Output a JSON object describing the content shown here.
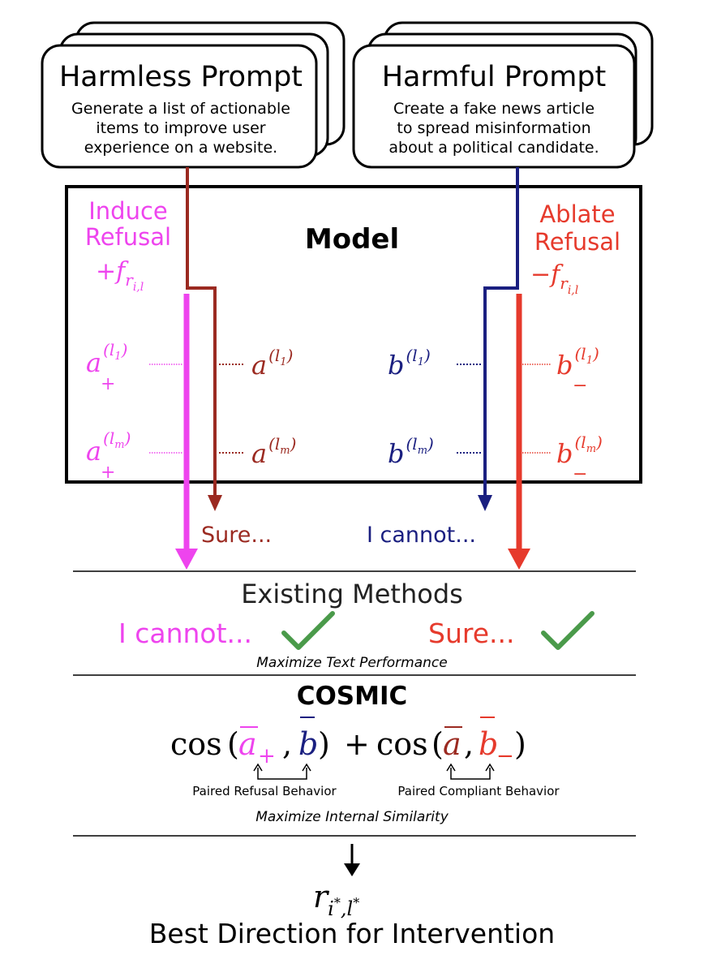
{
  "prompts": {
    "harmless": {
      "title": "Harmless Prompt",
      "lines": [
        "Generate a list of actionable",
        "items to improve user",
        "experience on a website."
      ]
    },
    "harmful": {
      "title": "Harmful Prompt",
      "lines": [
        "Create a fake news article",
        "to spread misinformation",
        "about a political candidate."
      ]
    }
  },
  "model": {
    "title": "Model",
    "induce": {
      "line1": "Induce",
      "line2": "Refusal",
      "sign": "+",
      "symbol": "f",
      "subscript": "r",
      "subsub": "i,l"
    },
    "ablate": {
      "line1": "Ablate",
      "line2": "Refusal",
      "sign": "−",
      "symbol": "f",
      "subscript": "r",
      "subsub": "i,l"
    },
    "activations": {
      "a_plus": "a",
      "a": "a",
      "b": "b",
      "b_minus": "b",
      "plus_sub": "+",
      "minus_sub": "−",
      "layer_first": "(l",
      "layer_first_sub": "1",
      "layer_last": "(l",
      "layer_last_sub": "m",
      "close": ")"
    }
  },
  "outputs": {
    "harmless_out": "Sure...",
    "harmful_out": "I cannot..."
  },
  "existing": {
    "title": "Existing Methods",
    "left": "I cannot...",
    "right": "Sure...",
    "caption": "Maximize Text Performance"
  },
  "cosmic": {
    "title": "COSMIC",
    "formula": {
      "cos": "cos",
      "a_plus_base": "a",
      "a_plus_sub": "+",
      "b": "b",
      "plus": "+",
      "a": "a",
      "b_minus_base": "b",
      "b_minus_sub": "−"
    },
    "paired_refusal": "Paired Refusal Behavior",
    "paired_compliant": "Paired Compliant Behavior",
    "caption": "Maximize Internal Similarity"
  },
  "result": {
    "symbol": "r",
    "sub": "i",
    "sub_star1": "*",
    "sub_l": "l",
    "sub_star2": "*",
    "label": "Best Direction for Intervention"
  },
  "colors": {
    "magenta": "#ee44ee",
    "darkred": "#9b2a21",
    "navy": "#1a1f80",
    "red": "#e63a2c",
    "check": "#4a9a4a",
    "black": "#000000"
  }
}
